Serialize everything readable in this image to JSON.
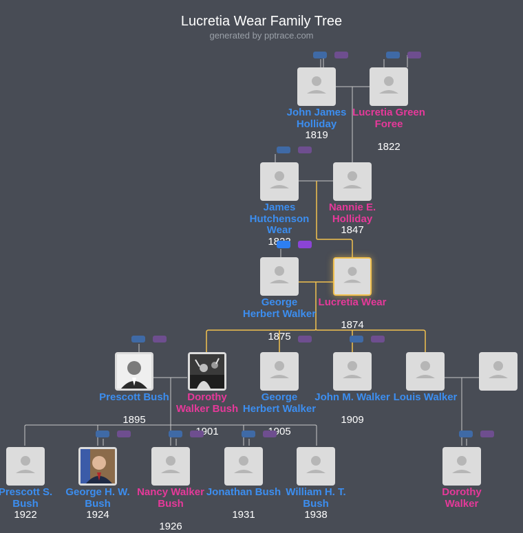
{
  "header": {
    "title": "Lucretia Wear Family Tree",
    "subtitle": "generated by pptrace.com"
  },
  "colors": {
    "male": "#3c8ef0",
    "female": "#e6399a",
    "focus_line": "#f2c14e",
    "background": "#484c55"
  },
  "people": {
    "john_james_holliday": {
      "name": "John James Holliday",
      "year": "1819"
    },
    "lucretia_green_foree": {
      "name": "Lucretia Green Foree",
      "year": "1822"
    },
    "james_hutchenson_wear": {
      "name": "James Hutchenson Wear",
      "year": "1822"
    },
    "nannie_holliday": {
      "name": "Nannie E. Holliday",
      "year": "1847"
    },
    "george_herbert_walker": {
      "name": "George Herbert Walker",
      "year": "1875"
    },
    "lucretia_wear": {
      "name": "Lucretia Wear",
      "year": "1874"
    },
    "prescott_bush": {
      "name": "Prescott Bush",
      "year": "1895"
    },
    "dorothy_walker_bush": {
      "name": "Dorothy Walker Bush",
      "year": "1901"
    },
    "george_herbert_walker_jr": {
      "name": "George Herbert Walker",
      "year": "1905"
    },
    "john_m_walker": {
      "name": "John M. Walker",
      "year": "1909"
    },
    "louis_walker": {
      "name": "Louis Walker",
      "year": ""
    },
    "louis_walker_spouse": {
      "name": "",
      "year": ""
    },
    "prescott_s_bush": {
      "name": "Prescott S. Bush",
      "year": "1922"
    },
    "george_hw_bush": {
      "name": "George H. W. Bush",
      "year": "1924"
    },
    "nancy_walker_bush": {
      "name": "Nancy Walker Bush",
      "year": "1926"
    },
    "jonathan_bush": {
      "name": "Jonathan Bush",
      "year": "1931"
    },
    "william_ht_bush": {
      "name": "William H. T. Bush",
      "year": "1938"
    },
    "dorothy_walker": {
      "name": "Dorothy Walker",
      "year": ""
    }
  }
}
